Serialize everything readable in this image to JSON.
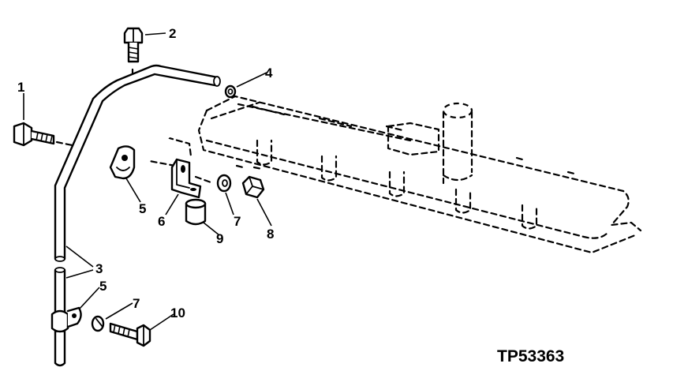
{
  "diagram": {
    "reference_code": "TP53363",
    "callouts": [
      "1",
      "2",
      "3",
      "4",
      "5",
      "5",
      "6",
      "7",
      "7",
      "8",
      "9",
      "10"
    ]
  },
  "icons": {
    "cover": "rocker-cover-phantom-icon",
    "tube": "dipstick-tube-icon",
    "bolts": "cap-screw-icon",
    "clamp": "tube-clamp-icon",
    "bracket": "bracket-icon",
    "washer": "washer-icon",
    "nut": "nut-icon",
    "spacer": "spacer-icon"
  },
  "colors": {
    "line": "#000000",
    "background": "#ffffff"
  }
}
